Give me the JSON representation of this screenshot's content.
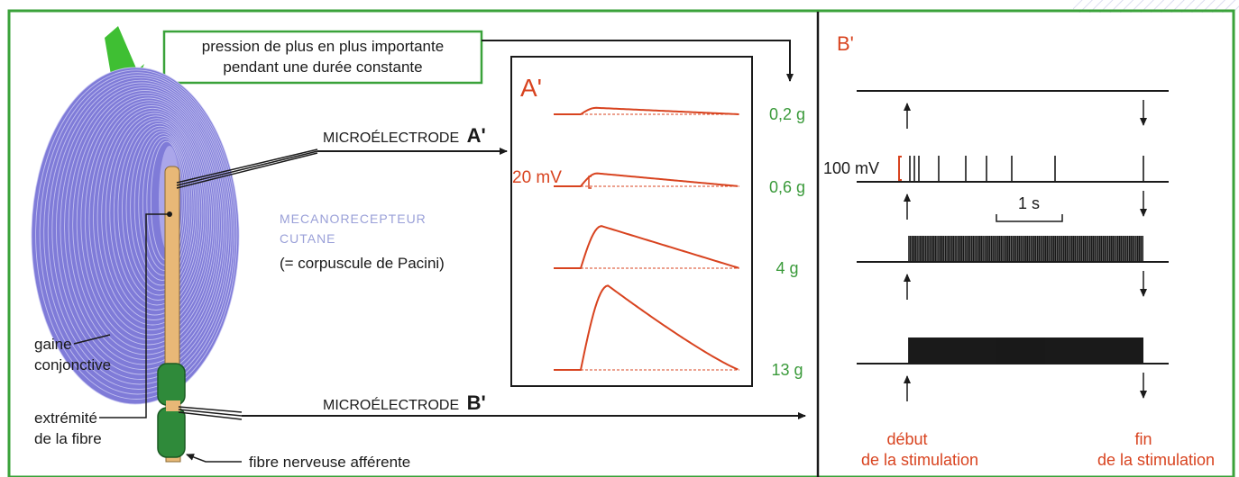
{
  "colors": {
    "border_green": "#3aa23a",
    "label_red": "#d8431f",
    "label_green": "#3a9a3a",
    "receptor_blue": "#7f7bd8",
    "fiber_tan": "#e8b877",
    "fiber_green": "#2f8a3a",
    "ink": "#1a1a1a"
  },
  "left_panel": {
    "pressure_box_line1": "pression de plus en plus importante",
    "pressure_box_line2": "pendant une durée constante",
    "microelectrode_a_label": "MICROÉLECTRODE",
    "microelectrode_a_letter": "A'",
    "receptor_label_line1": "MECANORECEPTEUR",
    "receptor_label_line2": "CUTANE",
    "receptor_label_line3": "(= corpuscule de Pacini)",
    "gaine_line1": "gaine",
    "gaine_line2": "conjonctive",
    "extremite_line1": "extrémité",
    "extremite_line2": "de la fibre",
    "microelectrode_b_label": "MICROÉLECTRODE",
    "microelectrode_b_letter": "B'",
    "fibre_label": "fibre nerveuse afférente"
  },
  "panel_a": {
    "title": "A'",
    "scale_label": "20 mV",
    "traces": [
      {
        "pressure": "0,2 g",
        "amplitude_mv": 2
      },
      {
        "pressure": "0,6 g",
        "amplitude_mv": 4
      },
      {
        "pressure": "4 g",
        "amplitude_mv": 13
      },
      {
        "pressure": "13 g",
        "amplitude_mv": 26
      }
    ]
  },
  "panel_b": {
    "title": "B'",
    "scale_label": "100 mV",
    "time_scale_label": "1 s",
    "spike_traces": [
      {
        "spikes_per_second": 0
      },
      {
        "spikes_per_second": 5
      },
      {
        "spikes_per_second": 40
      },
      {
        "spikes_per_second": 80
      }
    ],
    "start_label_line1": "début",
    "start_label_line2": "de la stimulation",
    "end_label_line1": "fin",
    "end_label_line2": "de la stimulation"
  }
}
